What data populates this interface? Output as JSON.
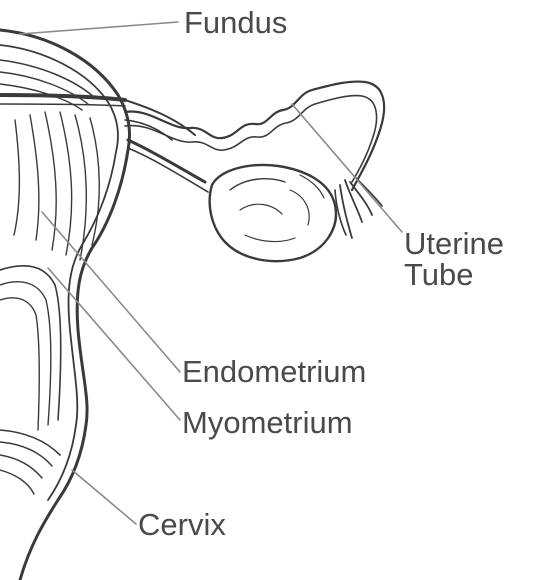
{
  "labels": {
    "fundus": "Fundus",
    "uterine_tube_line1": "Uterine",
    "uterine_tube_line2": "Tube",
    "endometrium": "Endometrium",
    "myometrium": "Myometrium",
    "cervix": "Cervix"
  },
  "colors": {
    "ink": "#3a3a3a",
    "leader": "#8a8a8a",
    "label": "#4a4a4a",
    "background": "#ffffff"
  }
}
